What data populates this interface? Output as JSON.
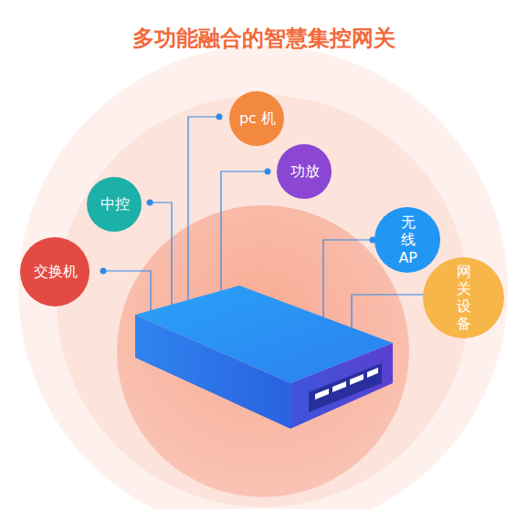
{
  "diagram": {
    "title": "多功能融合的智慧集控网关",
    "nodes": [
      {
        "text": [
          "pc 机"
        ]
      },
      {
        "text": [
          "功放"
        ]
      },
      {
        "text": [
          "中控"
        ]
      },
      {
        "text": [
          "交换机"
        ]
      },
      {
        "text": [
          "无线 AP"
        ]
      },
      {
        "text": [
          "网关 设备"
        ]
      }
    ]
  }
}
